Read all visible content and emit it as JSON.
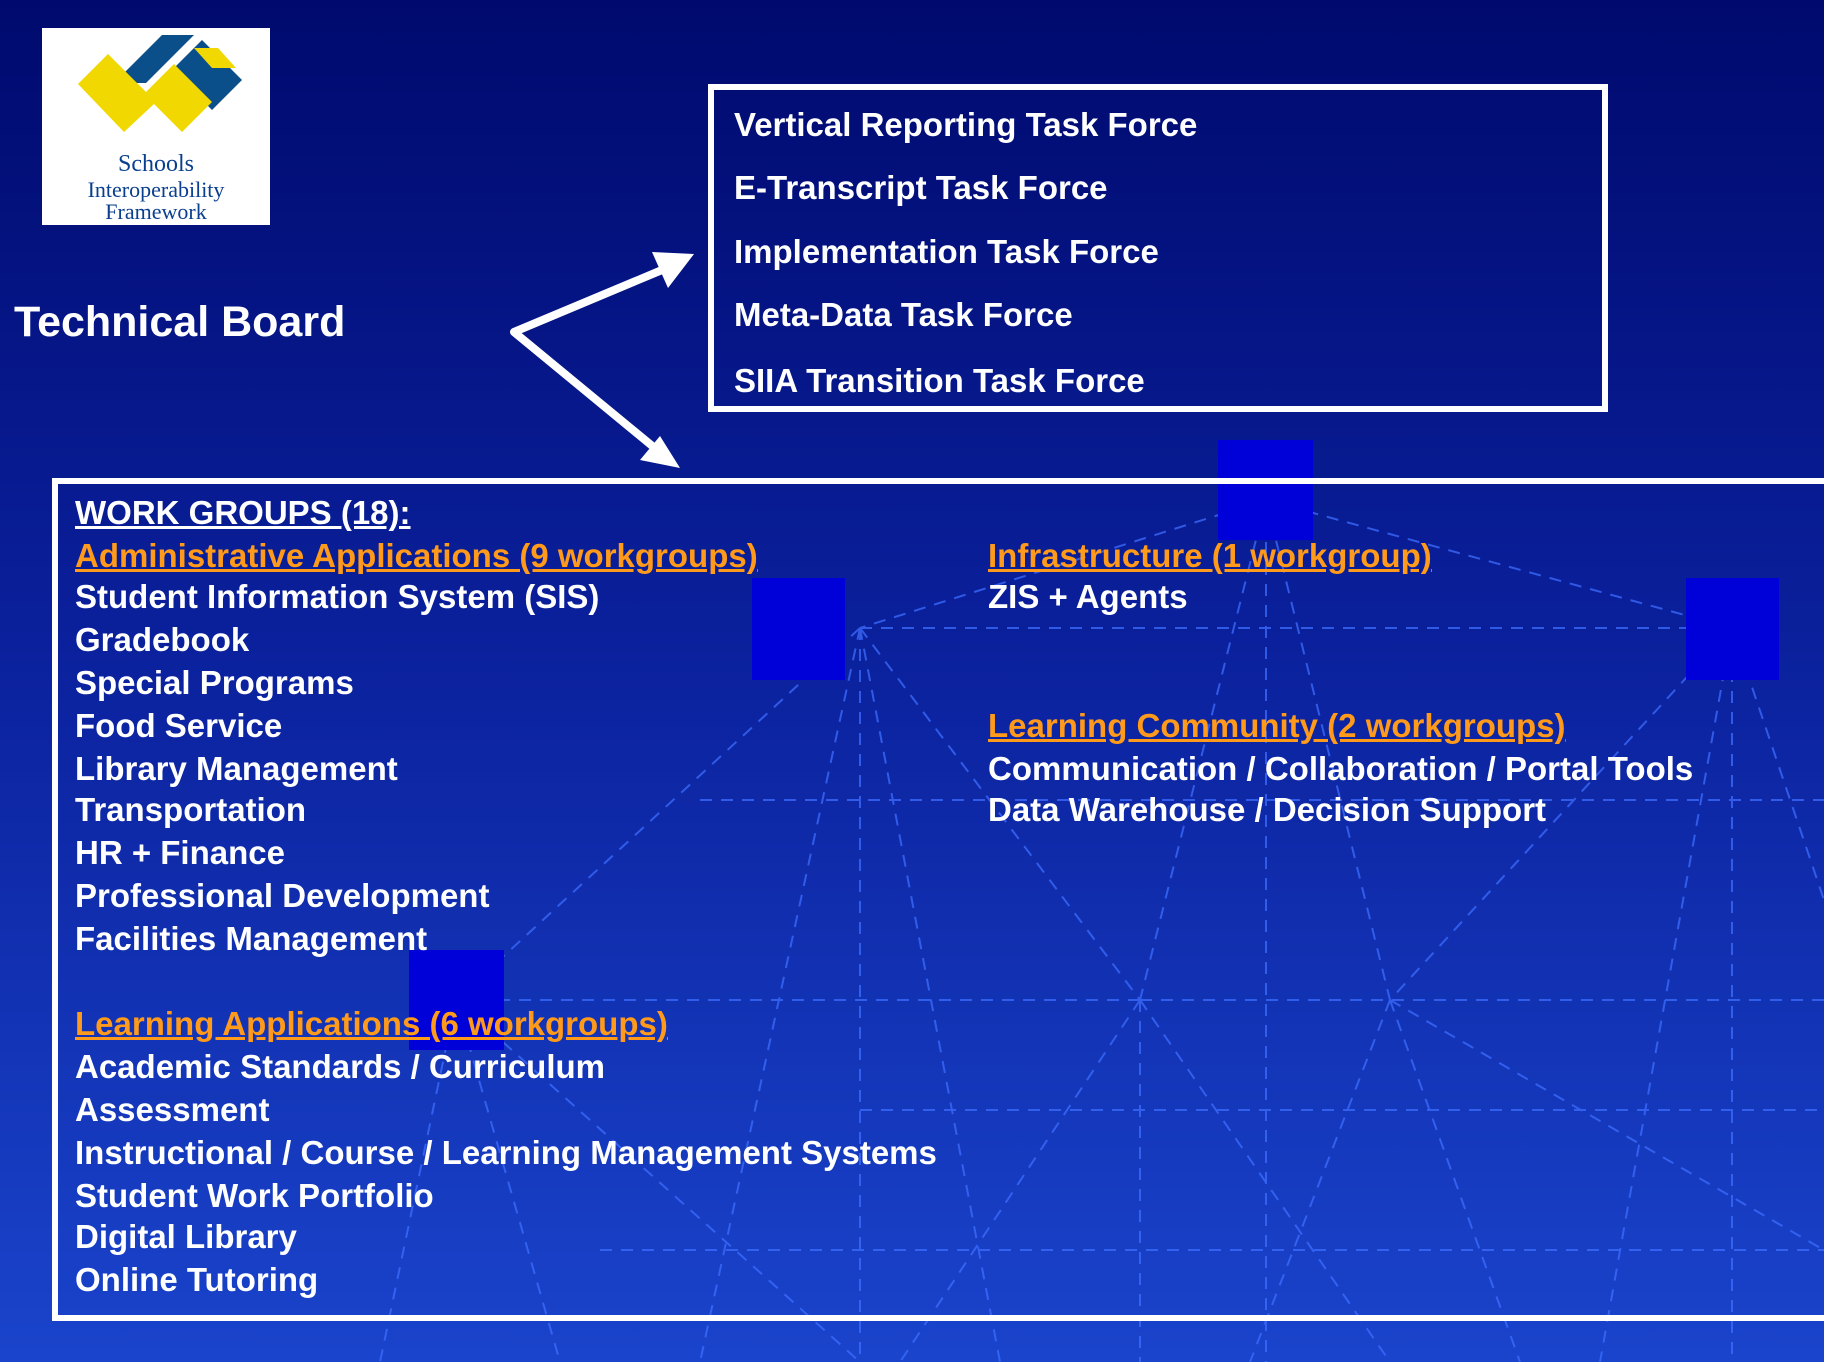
{
  "logo": {
    "line1": "Schools",
    "line2": "Interoperability",
    "line3": "Framework"
  },
  "technical_board": "Technical Board",
  "task_forces": [
    "Vertical Reporting Task Force",
    "E-Transcript Task Force",
    "Implementation Task Force",
    "Meta-Data Task Force",
    "SIIA Transition Task Force"
  ],
  "work_groups": {
    "header": "WORK GROUPS (18):",
    "administrative": {
      "title": "Administrative Applications (9 workgroups)",
      "items": [
        "Student Information System (SIS)",
        "Gradebook",
        "Special Programs",
        "Food Service",
        "Library Management",
        "Transportation",
        "HR + Finance",
        "Professional Development",
        "Facilities Management"
      ]
    },
    "learning_apps": {
      "title": "Learning Applications (6 workgroups)",
      "items": [
        "Academic Standards / Curriculum",
        "Assessment",
        "Instructional / Course / Learning Management Systems",
        "Student Work Portfolio",
        "Digital Library",
        "Online Tutoring"
      ]
    },
    "infrastructure": {
      "title": "Infrastructure (1 workgroup)",
      "items": [
        "ZIS + Agents"
      ]
    },
    "learning_community": {
      "title": "Learning Community (2 workgroups)",
      "items": [
        "Communication / Collaboration / Portal Tools",
        "Data Warehouse / Decision Support"
      ]
    }
  },
  "colors": {
    "background_top": "#000a6e",
    "background_bottom": "#1a44cc",
    "category_heading": "#ff9a1a",
    "node_square": "#0000d8",
    "logo_navy": "#0a4f8a",
    "logo_yellow": "#f0d800"
  }
}
